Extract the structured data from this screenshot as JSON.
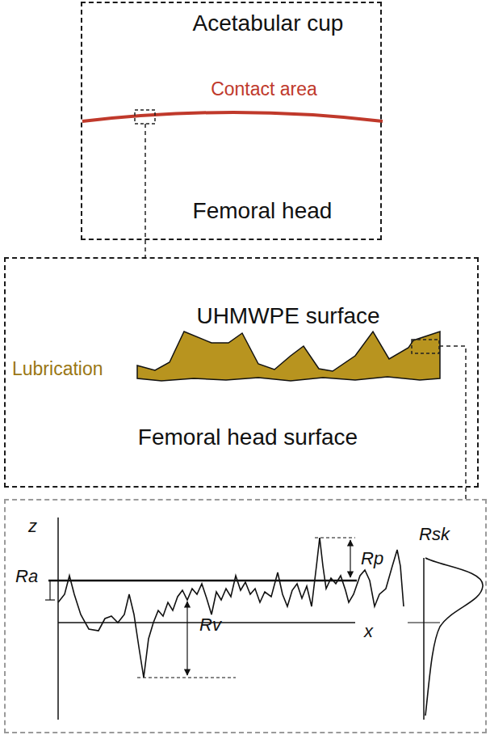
{
  "diagram": {
    "nodes": [
      {
        "text": [
          "Acetabular cup",
          "Contact area",
          "Femoral head"
        ]
      },
      {
        "text": [
          "UHMWPE surface",
          "Lubrication",
          "Femoral head surface"
        ]
      },
      {
        "text": [
          "z",
          "Ra",
          "Rp",
          "Rv",
          "x",
          "Rsk"
        ]
      }
    ],
    "edges": [
      {
        "from": 0,
        "to": 1,
        "arrow": "none"
      },
      {
        "from": 1,
        "to": 2,
        "arrow": "none"
      }
    ]
  }
}
